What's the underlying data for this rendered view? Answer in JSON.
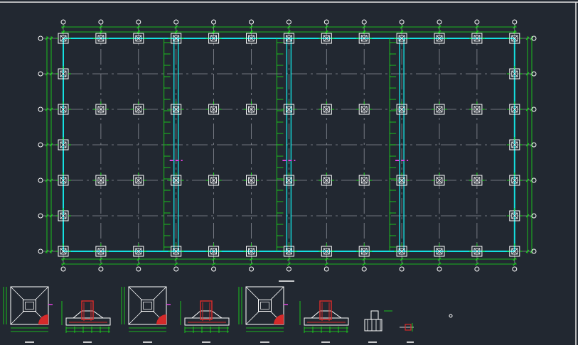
{
  "drawing": {
    "background": "#222831",
    "colors": {
      "grid": "#8a8e96",
      "dim": "#19e619",
      "beam": "#14e0e0",
      "column": "#ffffff",
      "accent": "#d42a2a",
      "magenta": "#e040e0",
      "frame": "#e6e6e6"
    },
    "plan": {
      "column_grid_count": 13,
      "row_grid_count": 7,
      "interior_walls": [
        3,
        6,
        9
      ],
      "full_column_rows": [
        0,
        2,
        4,
        6
      ],
      "edge_only_rows": [
        1,
        3,
        5
      ]
    },
    "details": {
      "count": 3,
      "section_count": 3
    }
  }
}
